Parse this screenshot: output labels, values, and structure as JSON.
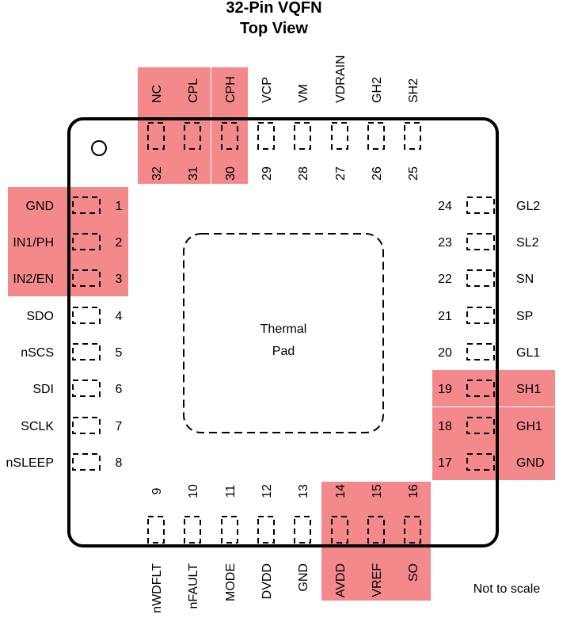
{
  "title_line1": "32-Pin VQFN",
  "title_line2": "Top View",
  "thermal_pad_line1": "Thermal",
  "thermal_pad_line2": "Pad",
  "note": "Not to scale",
  "highlight_color": "#f4898c",
  "pins": {
    "left": [
      {
        "num": "1",
        "name": "GND",
        "highlight": true
      },
      {
        "num": "2",
        "name": "IN1/PH",
        "highlight": true
      },
      {
        "num": "3",
        "name": "IN2/EN",
        "highlight": true
      },
      {
        "num": "4",
        "name": "SDO",
        "highlight": false
      },
      {
        "num": "5",
        "name": "nSCS",
        "highlight": false
      },
      {
        "num": "6",
        "name": "SDI",
        "highlight": false
      },
      {
        "num": "7",
        "name": "SCLK",
        "highlight": false
      },
      {
        "num": "8",
        "name": "nSLEEP",
        "highlight": false
      }
    ],
    "bottom": [
      {
        "num": "9",
        "name": "nWDFLT",
        "highlight": false
      },
      {
        "num": "10",
        "name": "nFAULT",
        "highlight": false
      },
      {
        "num": "11",
        "name": "MODE",
        "highlight": false
      },
      {
        "num": "12",
        "name": "DVDD",
        "highlight": false
      },
      {
        "num": "13",
        "name": "GND",
        "highlight": false
      },
      {
        "num": "14",
        "name": "AVDD",
        "highlight": true
      },
      {
        "num": "15",
        "name": "VREF",
        "highlight": true
      },
      {
        "num": "16",
        "name": "SO",
        "highlight": true
      }
    ],
    "right": [
      {
        "num": "17",
        "name": "GND",
        "highlight": true
      },
      {
        "num": "18",
        "name": "GH1",
        "highlight": true
      },
      {
        "num": "19",
        "name": "SH1",
        "highlight": true
      },
      {
        "num": "20",
        "name": "GL1",
        "highlight": false
      },
      {
        "num": "21",
        "name": "SP",
        "highlight": false
      },
      {
        "num": "22",
        "name": "SN",
        "highlight": false
      },
      {
        "num": "23",
        "name": "SL2",
        "highlight": false
      },
      {
        "num": "24",
        "name": "GL2",
        "highlight": false
      }
    ],
    "top": [
      {
        "num": "25",
        "name": "SH2",
        "highlight": false
      },
      {
        "num": "26",
        "name": "GH2",
        "highlight": false
      },
      {
        "num": "27",
        "name": "VDRAIN",
        "highlight": false
      },
      {
        "num": "28",
        "name": "VM",
        "highlight": false
      },
      {
        "num": "29",
        "name": "VCP",
        "highlight": false
      },
      {
        "num": "30",
        "name": "CPH",
        "highlight": true
      },
      {
        "num": "31",
        "name": "CPL",
        "highlight": true
      },
      {
        "num": "32",
        "name": "NC",
        "highlight": true
      }
    ]
  }
}
